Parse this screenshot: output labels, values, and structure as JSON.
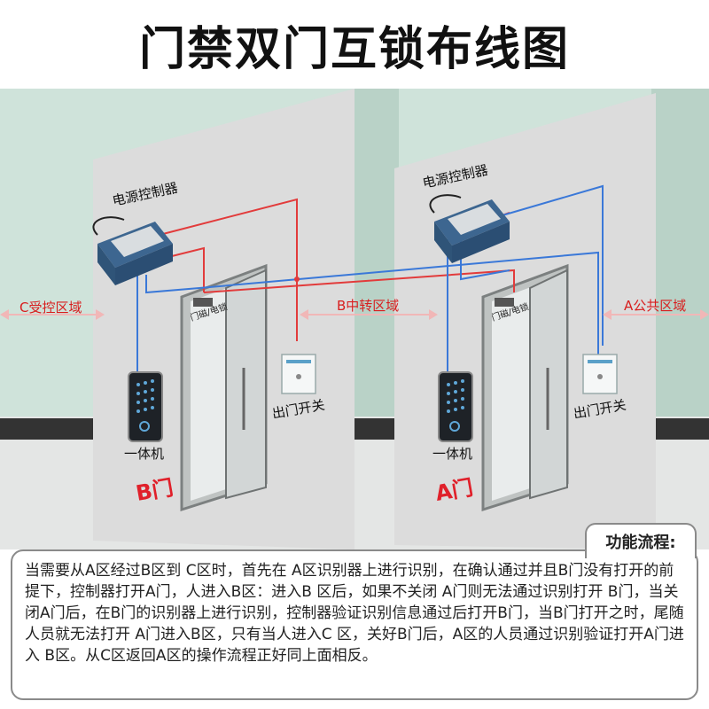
{
  "title": "门禁双门互锁布线图",
  "zones": {
    "c": "C受控区域",
    "b": "B中转区域",
    "a": "A公共区域"
  },
  "left_door": {
    "power_label": "电源控制器",
    "lock_label": "门磁/电锁",
    "reader_label": "一体机",
    "exit_label": "出门开关",
    "door_label": "B门"
  },
  "right_door": {
    "power_label": "电源控制器",
    "lock_label": "门磁/电锁",
    "reader_label": "一体机",
    "exit_label": "出门开关",
    "door_label": "A门"
  },
  "colors": {
    "wire_red": "#e23b3b",
    "wire_blue": "#3a78d8",
    "zone_text": "#d81e1e",
    "wall_green": "#cfe3da",
    "panel_gray": "#dcdcdc"
  },
  "function": {
    "heading": "功能流程:",
    "text": "当需要从A区经过B区到 C区时，首先在 A区识别器上进行识别，在确认通过并且B门没有打开的前提下，控制器打开A门，人进入B区：进入B 区后，如果不关闭 A门则无法通过识别打开 B门，当关闭A门后，在B门的识别器上进行识别，控制器验证识别信息通过后打开B门，当B门打开之时，尾随人员就无法打开 A门进入B区，只有当人进入C 区，关好B门后，A区的人员通过识别验证打开A门进入 B区。从C区返回A区的操作流程正好同上面相反。"
  }
}
